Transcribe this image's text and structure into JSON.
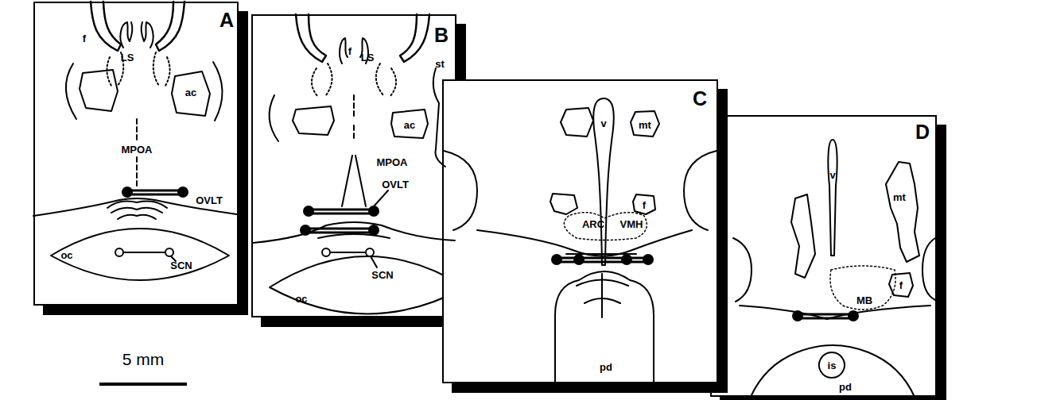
{
  "diagram": {
    "nodes": [
      {
        "text": [
          "A"
        ]
      },
      {
        "text": [
          "ac"
        ],
        "in": 0
      },
      {
        "text": [
          "oc"
        ],
        "in": 0
      },
      {
        "text": [
          "B"
        ]
      },
      {
        "text": [
          "ac"
        ],
        "in": 3
      },
      {
        "text": [
          "oc"
        ],
        "in": 3
      },
      {
        "text": [
          "C"
        ]
      },
      {
        "text": [
          "v"
        ],
        "in": 6
      },
      {
        "text": [
          "mt"
        ],
        "in": 6
      },
      {
        "text": [
          "f"
        ],
        "in": 6
      },
      {
        "text": [
          "pd"
        ],
        "in": 6
      },
      {
        "text": [
          "D"
        ]
      },
      {
        "text": [
          "v"
        ],
        "in": 11
      },
      {
        "text": [
          "mt"
        ],
        "in": 11
      },
      {
        "text": [
          "f"
        ],
        "in": 11
      },
      {
        "text": [
          "pd"
        ],
        "in": 11
      },
      {
        "text": [
          "is"
        ],
        "in": 15
      }
    ],
    "labels": [
      "f",
      "LS",
      "MPOA",
      "OVLT",
      "SCN",
      "f",
      "LS",
      "st",
      "MPOA",
      "OVLT",
      "SCN",
      "ARC",
      "VMH",
      "MB",
      "5 mm"
    ]
  }
}
